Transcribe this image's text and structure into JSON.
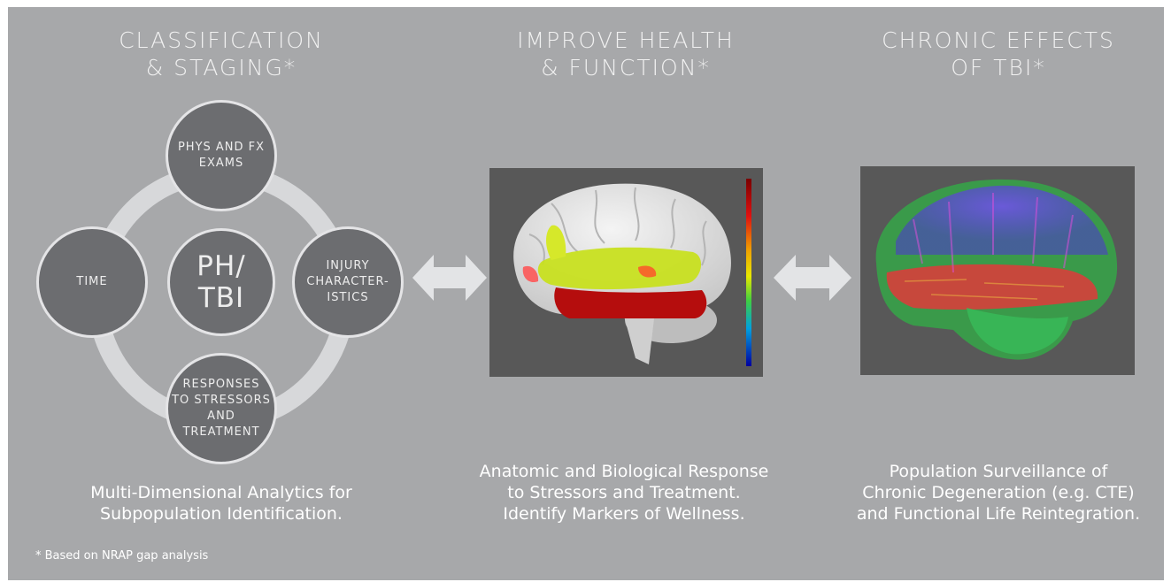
{
  "columns": [
    {
      "heading": [
        "CLASSIFICATION",
        "& STAGING*"
      ],
      "caption": [
        "Multi-Dimensional Analytics for",
        "Subpopulation Identification."
      ]
    },
    {
      "heading": [
        "IMPROVE HEALTH",
        "& FUNCTION*"
      ],
      "caption": [
        "Anatomic and Biological Response",
        "to Stressors and Treatment.",
        "Identify Markers of Wellness."
      ]
    },
    {
      "heading": [
        "CHRONIC EFFECTS",
        "OF TBI*"
      ],
      "caption": [
        "Population Surveillance of",
        "Chronic Degeneration (e.g. CTE)",
        "and Functional Life Reintegration."
      ]
    }
  ],
  "cycle": {
    "center": [
      "PH/",
      "TBI"
    ],
    "top": [
      "PHYS AND FX",
      "EXAMS"
    ],
    "right": [
      "INJURY",
      "CHARACTER-",
      "ISTICS"
    ],
    "bottom": [
      "RESPONSES",
      "TO STRESSORS",
      "AND",
      "TREATMENT"
    ],
    "left": [
      "TIME"
    ]
  },
  "footnote": "* Based on NRAP gap analysis",
  "colors": {
    "panel": "#a7a8aa",
    "node": "#6c6d70",
    "ring": "#d7d8da",
    "image_bg": "#585858"
  },
  "icons": {
    "arrows": "double-headed-arrow-icon",
    "brain_heatmap": "brain-heatmap-image",
    "brain_tractography": "brain-tractography-image"
  }
}
